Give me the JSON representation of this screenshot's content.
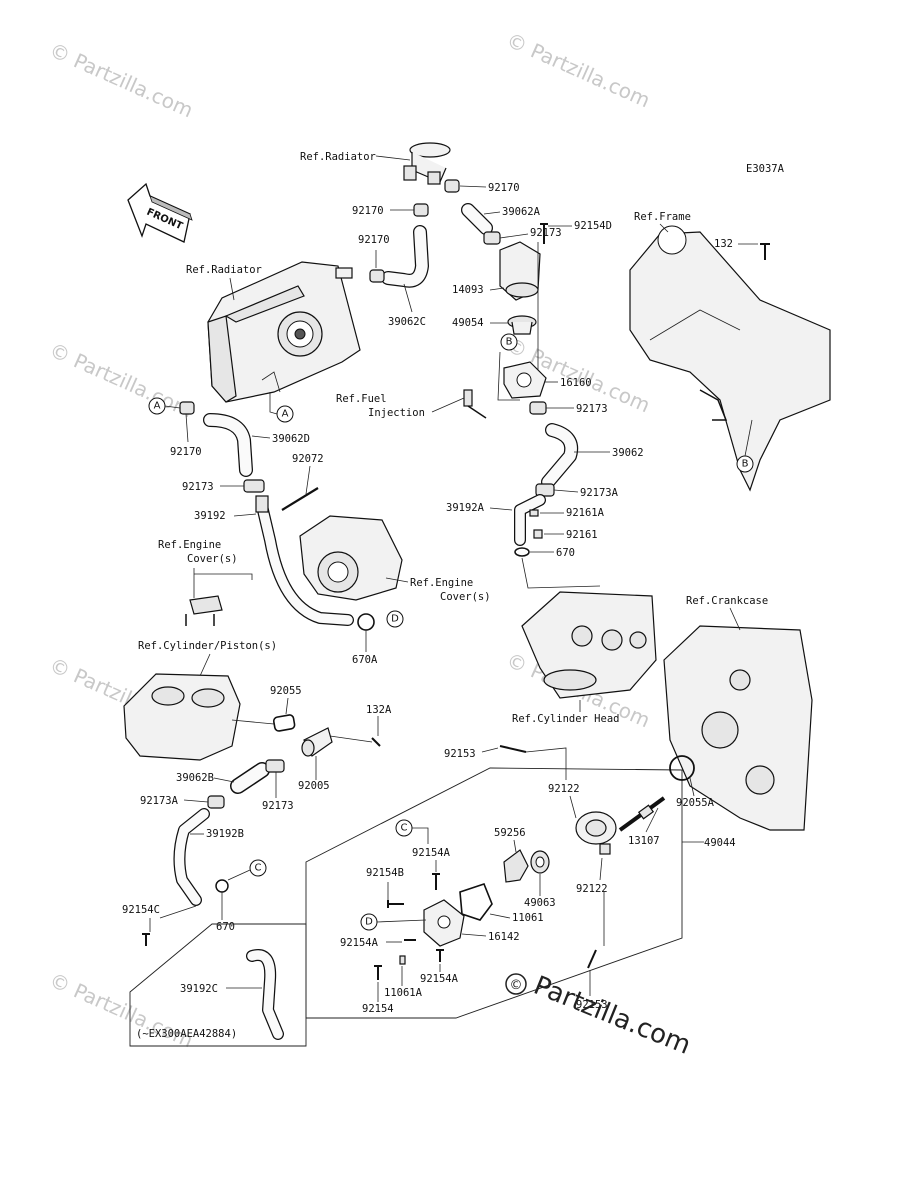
{
  "diagram_code": "E3037A",
  "front_label": "FRONT",
  "watermark": "© Partzilla.com",
  "watermark_big": "Partzilla.com",
  "parts": {
    "p92170a": "92170",
    "p92170b": "92170",
    "p92170c": "92170",
    "p92170d": "92170",
    "p39062A": "39062A",
    "p92173a": "92173",
    "p92154D": "92154D",
    "p14093": "14093",
    "p39062C": "39062C",
    "p49054": "49054",
    "p16160": "16160",
    "p92173b": "92173",
    "p39062D": "39062D",
    "p92072": "92072",
    "p92173c": "92173",
    "p39192": "39192",
    "p39062": "39062",
    "p92173A": "92173A",
    "p39192A": "39192A",
    "p92161A": "92161A",
    "p92161": "92161",
    "p670a": "670",
    "p670A": "670A",
    "p132": "132",
    "p92055": "92055",
    "p132A": "132A",
    "p39062B": "39062B",
    "p92005": "92005",
    "p92173A2": "92173A",
    "p92173d": "92173",
    "p39192B": "39192B",
    "p92154C": "92154C",
    "p670b": "670",
    "p39192C": "39192C",
    "p92153a": "92153",
    "p92122a": "92122",
    "p92055A": "92055A",
    "p13107": "13107",
    "p49044": "49044",
    "p59256": "59256",
    "p92154A1": "92154A",
    "p92154B": "92154B",
    "p49063": "49063",
    "p92122b": "92122",
    "p11061": "11061",
    "p16142": "16142",
    "p92154A2": "92154A",
    "p92154A3": "92154A",
    "p11061A": "11061A",
    "p92154": "92154",
    "p92153b": "92153"
  },
  "refs": {
    "radiator_top": "Ref.Radiator",
    "radiator_left": "Ref.Radiator",
    "frame": "Ref.Frame",
    "fuel1": "Ref.Fuel",
    "fuel2": "Injection",
    "engine_cover_l1": "Ref.Engine",
    "engine_cover_l2": "Cover(s)",
    "engine_cover_r1": "Ref.Engine",
    "engine_cover_r2": "Cover(s)",
    "crankcase": "Ref.Crankcase",
    "cylinder_piston": "Ref.Cylinder/Piston(s)",
    "cylinder_head": "Ref.Cylinder Head",
    "serial_note": "(~EX300AEA42884)"
  },
  "callouts": {
    "A1": "A",
    "A2": "A",
    "B1": "B",
    "B2": "B",
    "C1": "C",
    "C2": "C",
    "D1": "D",
    "D2": "D"
  }
}
